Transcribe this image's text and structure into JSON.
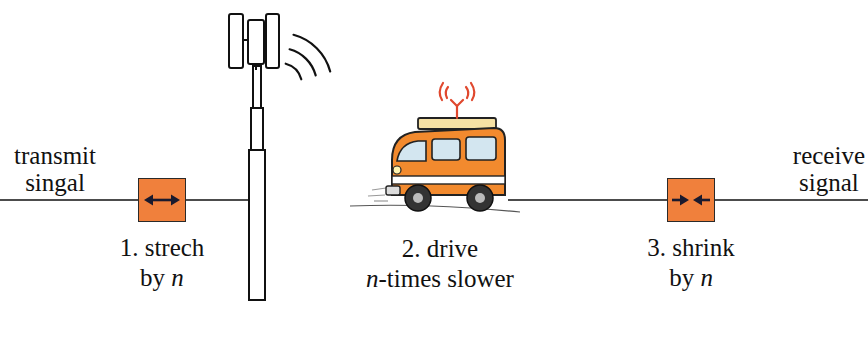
{
  "diagram": {
    "nodes": [
      {
        "text": [
          "1. strech by n"
        ]
      },
      {
        "text": [
          "3. shrink by n"
        ]
      }
    ],
    "labels": [
      "transmit singal",
      "2. drive n-times slower",
      "receive signal"
    ]
  }
}
